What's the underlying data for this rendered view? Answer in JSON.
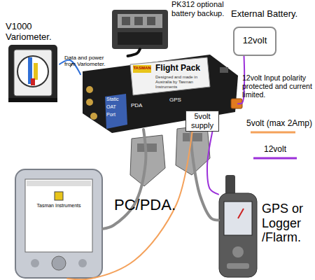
{
  "diagram": {
    "nodes": [
      {
        "text": [
          "V1000 Variometer."
        ]
      },
      {
        "text": [
          "PK312 optional battery backup."
        ]
      },
      {
        "text": [
          "External Battery.",
          "12volt"
        ]
      },
      {
        "text": [
          "TASMAN",
          "Flight Pack",
          "Designed and made in Australia by Tasman Instruments",
          "PDA",
          "GPS",
          "Static",
          "OAT",
          "Port"
        ]
      },
      {
        "text": [
          "5volt supply"
        ],
        "in": 3
      },
      {
        "text": [
          "PC/PDA."
        ]
      },
      {
        "text": [
          "GPS or Logger /Flarm."
        ]
      }
    ],
    "edges": [
      {
        "from": 0,
        "to": 3,
        "arrow": "none",
        "label": "Data and power from Variometer."
      },
      {
        "from": 1,
        "to": 3,
        "arrow": "none"
      },
      {
        "from": 2,
        "to": 3,
        "arrow": "none"
      },
      {
        "from": 3,
        "to": 5,
        "arrow": "none"
      },
      {
        "from": 3,
        "to": 6,
        "arrow": "none"
      },
      {
        "from": 4,
        "to": 5,
        "arrow": "none"
      },
      {
        "from": 4,
        "to": 6,
        "arrow": "none"
      }
    ],
    "labels": [
      "12volt Input polarity protected and current limited.",
      "Tasman Instruments"
    ],
    "legend": [
      {
        "text": "5volt (max 2Amp)"
      },
      {
        "text": "12volt"
      }
    ]
  }
}
